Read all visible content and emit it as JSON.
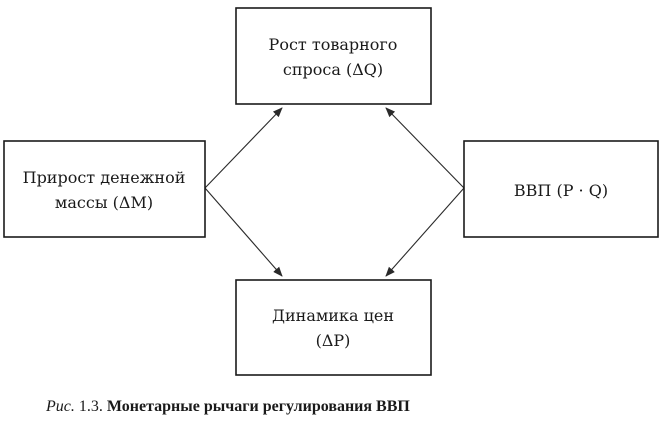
{
  "diagram": {
    "nodes": {
      "demand": {
        "lines": [
          "Рост товарного",
          "спроса (ΔQ)"
        ]
      },
      "money": {
        "lines": [
          "Прирост денежной",
          "массы (ΔM)"
        ]
      },
      "gdp": {
        "lines": [
          "ВВП (P · Q)"
        ]
      },
      "prices": {
        "lines": [
          "Динамика цен",
          "(ΔP)"
        ]
      }
    },
    "edges": [
      {
        "from": "money",
        "to": "demand"
      },
      {
        "from": "money",
        "to": "prices"
      },
      {
        "from": "gdp",
        "to": "demand"
      },
      {
        "from": "gdp",
        "to": "prices"
      }
    ]
  },
  "caption": {
    "label": "Рис.",
    "number": "1.3.",
    "title": "Монетарные рычаги регулирования ВВП"
  }
}
